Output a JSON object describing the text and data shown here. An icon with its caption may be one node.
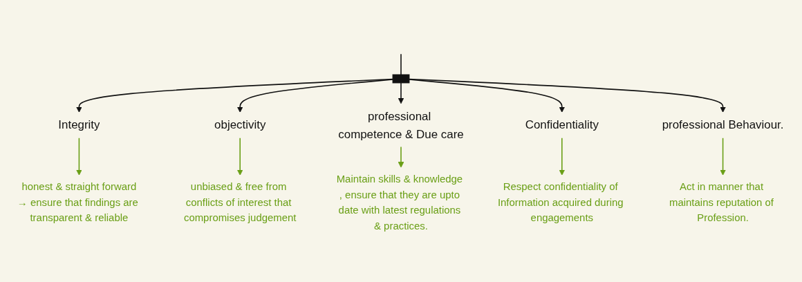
{
  "diagram": {
    "nodes": [
      {
        "text": [],
        "shape": "bar"
      },
      {
        "text": [
          "Integrity"
        ]
      },
      {
        "text": [
          "honest & straight forward",
          "→ ensure that findings are transparent & reliable"
        ]
      },
      {
        "text": [
          "objectivity"
        ]
      },
      {
        "text": [
          "unbiased & free from conflicts of interest that compromises judgement"
        ]
      },
      {
        "text": [
          "professional competence & Due care"
        ]
      },
      {
        "text": [
          "Maintain skills & knowledge , ensure that they are upto date with latest regulations & practices."
        ]
      },
      {
        "text": [
          "Confidentiality"
        ]
      },
      {
        "text": [
          "Respect confidentiality of Information acquired during engagements"
        ]
      },
      {
        "text": [
          "professional Behaviour."
        ]
      },
      {
        "text": [
          "Act in manner that maintains reputation of Profession."
        ]
      }
    ],
    "edges": [
      {
        "from": null,
        "to": 0,
        "arrow": "none"
      },
      {
        "from": 0,
        "to": 1,
        "arrow": "to"
      },
      {
        "from": 0,
        "to": 3,
        "arrow": "to"
      },
      {
        "from": 0,
        "to": 5,
        "arrow": "to"
      },
      {
        "from": 0,
        "to": 7,
        "arrow": "to"
      },
      {
        "from": 0,
        "to": 9,
        "arrow": "to"
      },
      {
        "from": 1,
        "to": 2,
        "arrow": "to",
        "color": "#6a9f16"
      },
      {
        "from": 3,
        "to": 4,
        "arrow": "to",
        "color": "#6a9f16"
      },
      {
        "from": 5,
        "to": 6,
        "arrow": "to",
        "color": "#6a9f16"
      },
      {
        "from": 7,
        "to": 8,
        "arrow": "to",
        "color": "#6a9f16"
      },
      {
        "from": 9,
        "to": 10,
        "arrow": "to",
        "color": "#6a9f16"
      }
    ]
  }
}
